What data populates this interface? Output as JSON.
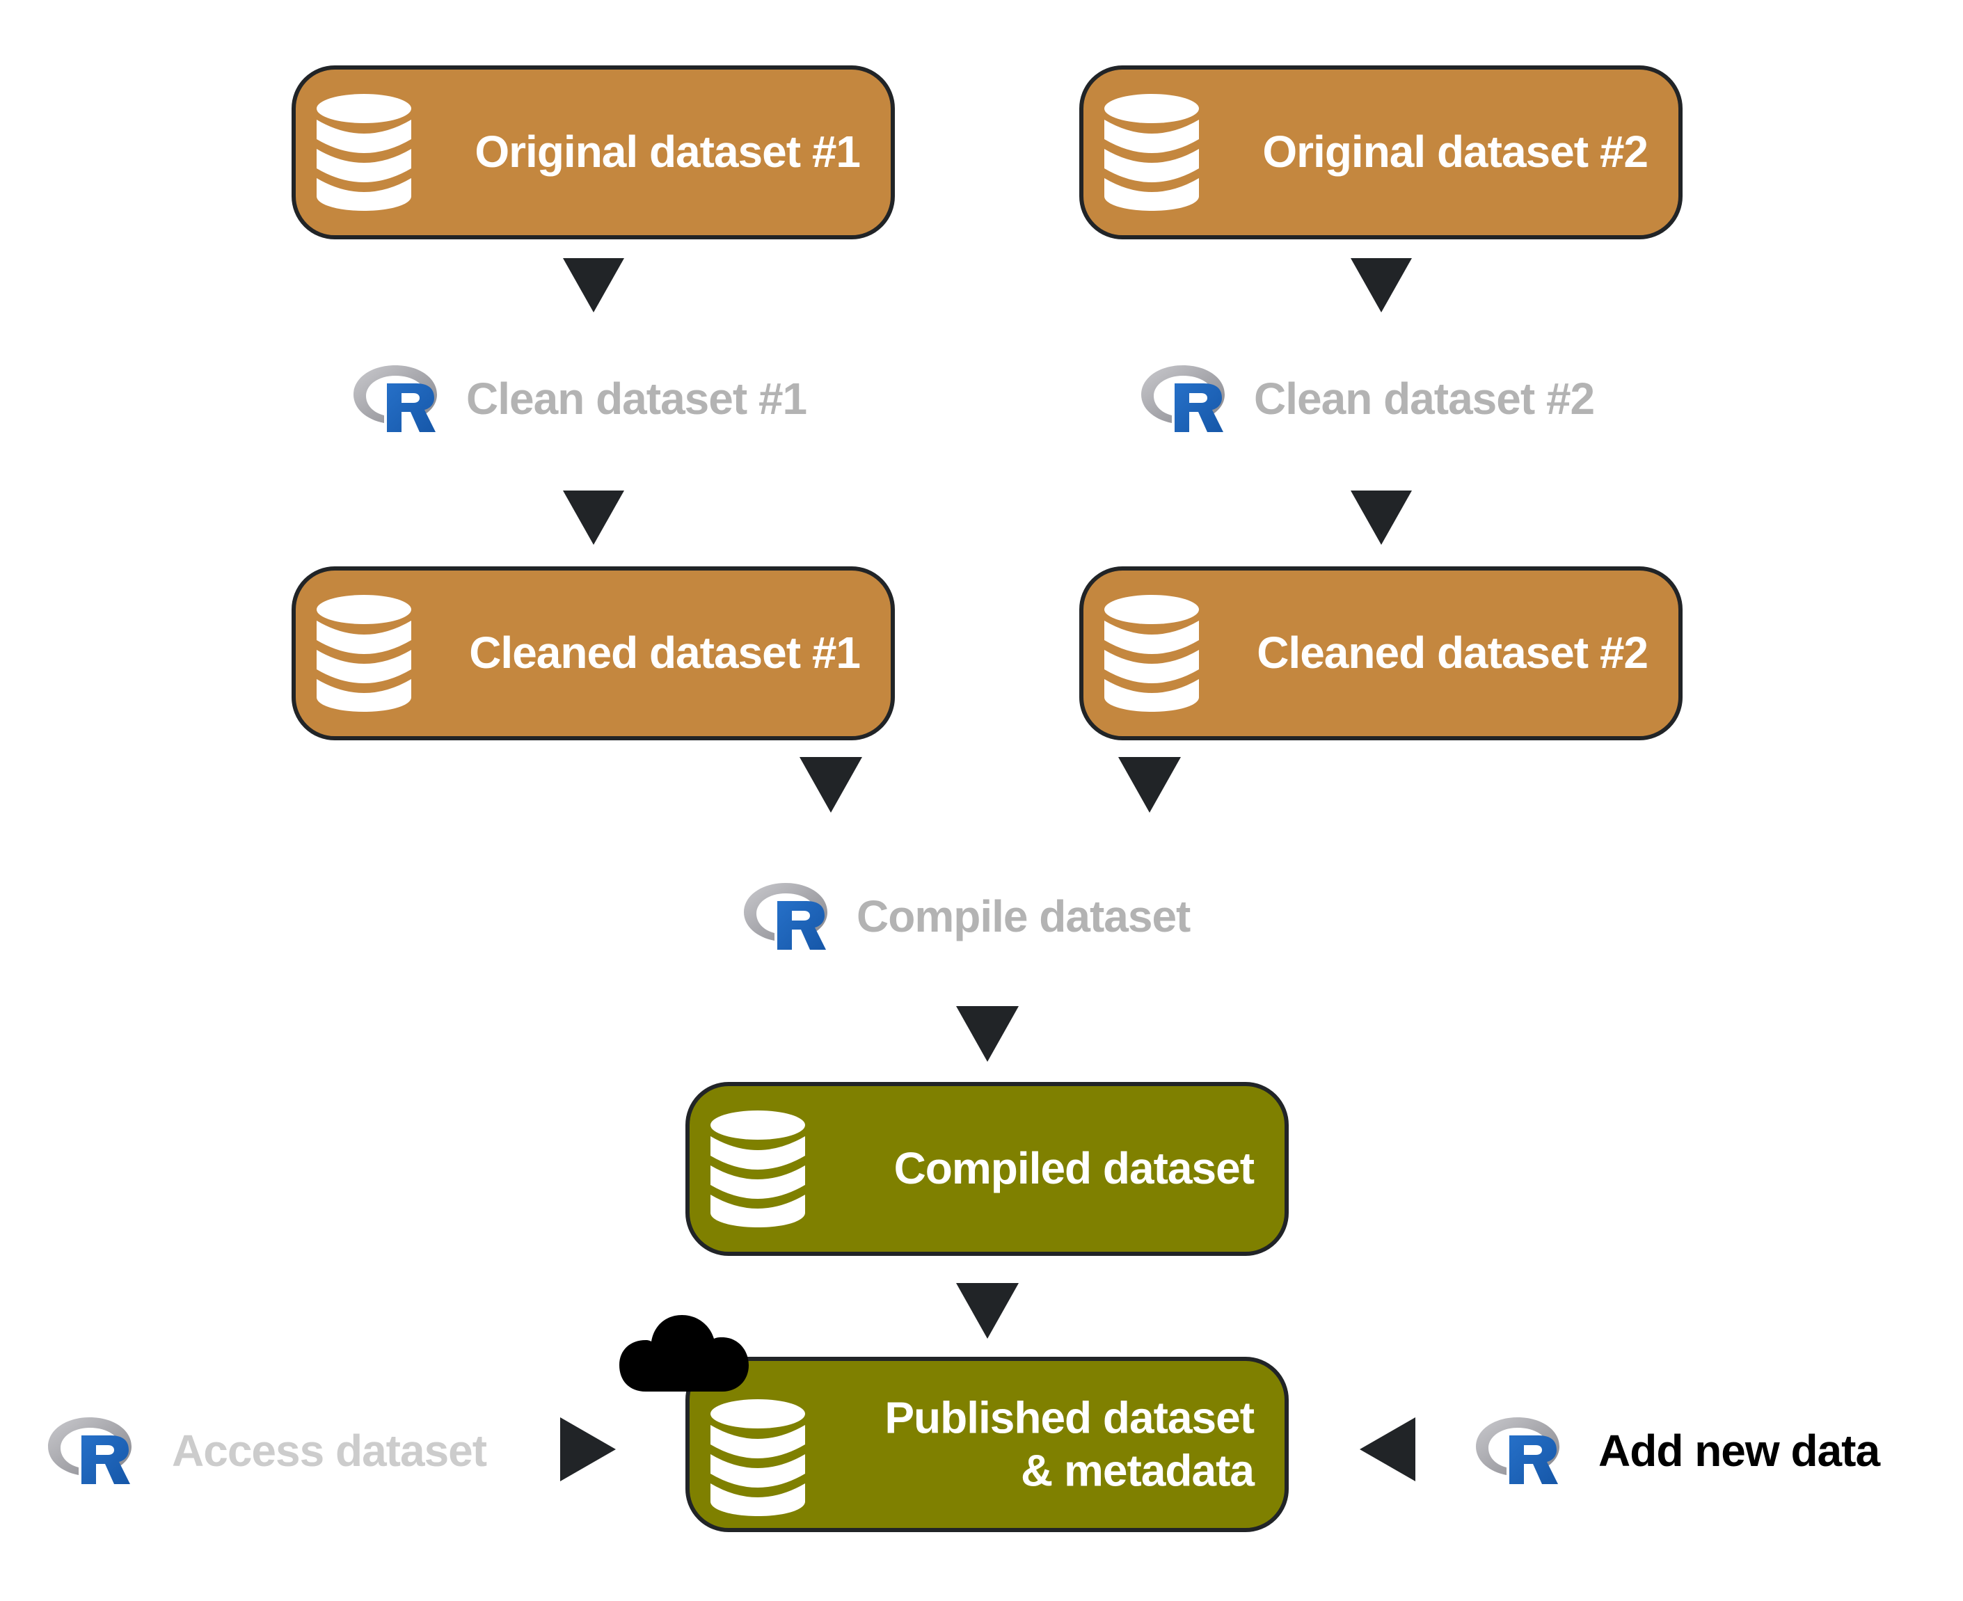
{
  "colors": {
    "raw_node": "#c4873f",
    "compiled_node": "#7f8000",
    "node_border": "#212427",
    "arrow": "#212427",
    "step_text": "#b3b3b3",
    "access_text": "#cccccc",
    "add_text": "#000000",
    "r_blue": "#1f65b7",
    "r_gray": "#a8a8ae"
  },
  "nodes": {
    "original1": {
      "label": "Original dataset #1",
      "icon": "database-icon"
    },
    "original2": {
      "label": "Original dataset #2",
      "icon": "database-icon"
    },
    "cleaned1": {
      "label": "Cleaned dataset #1",
      "icon": "database-icon"
    },
    "cleaned2": {
      "label": "Cleaned dataset #2",
      "icon": "database-icon"
    },
    "compiled": {
      "label": "Compiled dataset",
      "icon": "database-icon"
    },
    "published": {
      "line1": "Published dataset",
      "line2": "& metadata",
      "icon": "database-icon",
      "badge": "cloud-icon"
    }
  },
  "steps": {
    "clean1": {
      "label": "Clean dataset #1",
      "icon": "r-logo-icon"
    },
    "clean2": {
      "label": "Clean dataset #2",
      "icon": "r-logo-icon"
    },
    "compile": {
      "label": "Compile dataset",
      "icon": "r-logo-icon"
    },
    "access": {
      "label": "Access dataset",
      "icon": "r-logo-icon"
    },
    "add": {
      "label": "Add new data",
      "icon": "r-logo-icon"
    }
  },
  "edges": [
    {
      "from": "Original dataset #1",
      "to": "Clean dataset #1"
    },
    {
      "from": "Clean dataset #1",
      "to": "Cleaned dataset #1"
    },
    {
      "from": "Original dataset #2",
      "to": "Clean dataset #2"
    },
    {
      "from": "Clean dataset #2",
      "to": "Cleaned dataset #2"
    },
    {
      "from": "Cleaned dataset #1",
      "to": "Compile dataset"
    },
    {
      "from": "Cleaned dataset #2",
      "to": "Compile dataset"
    },
    {
      "from": "Compile dataset",
      "to": "Compiled dataset"
    },
    {
      "from": "Compiled dataset",
      "to": "Published dataset & metadata"
    },
    {
      "from": "Access dataset",
      "to": "Published dataset & metadata"
    },
    {
      "from": "Add new data",
      "to": "Published dataset & metadata"
    }
  ]
}
